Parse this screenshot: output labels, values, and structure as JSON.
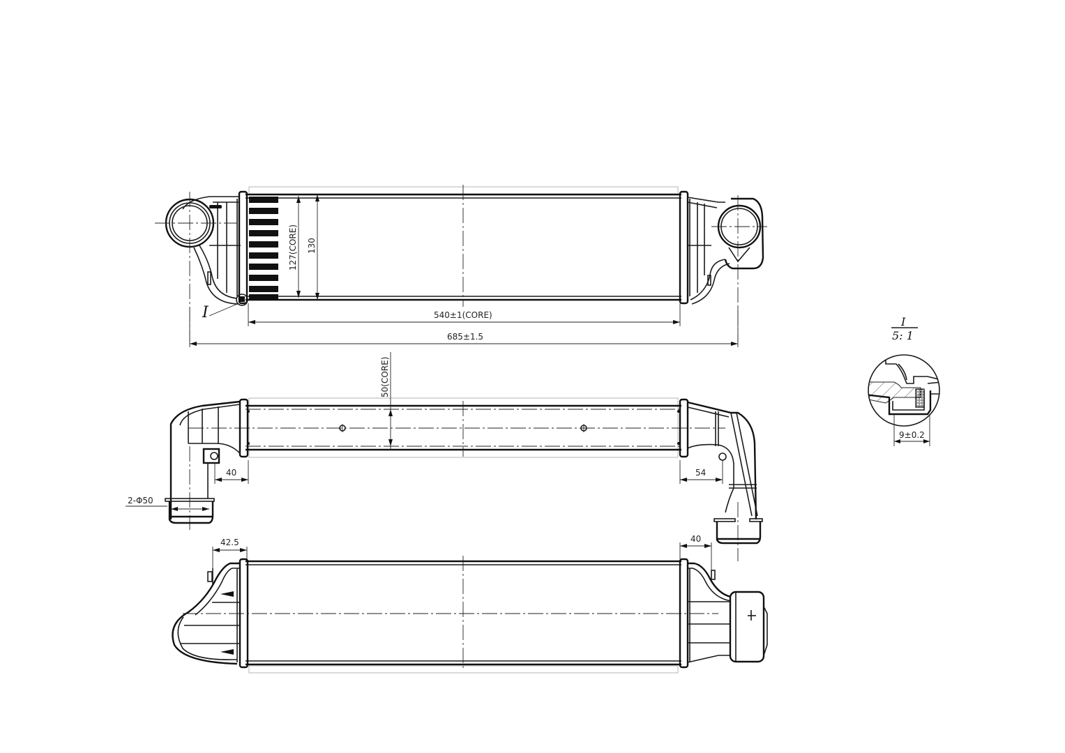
{
  "drawing": {
    "subject": "Intercooler technical drawing",
    "views": [
      "front-view",
      "top-view",
      "rear-view",
      "detail-view-I"
    ]
  },
  "front_view": {
    "dim_core_width": "540±1(CORE)",
    "dim_overall_width": "685±1.5",
    "dim_core_height": "127(CORE)",
    "dim_height": "130",
    "detail_callout": "I"
  },
  "top_view": {
    "dim_core_depth": "50(CORE)",
    "dim_left_offset": "40",
    "dim_right_offset": "54",
    "dim_pipe_diameter": "2-Φ50"
  },
  "rear_view": {
    "dim_left_offset": "42.5",
    "dim_right_offset": "40"
  },
  "detail_view": {
    "label": "I",
    "scale": "5: 1",
    "dim_width": "9±0.2"
  },
  "colors": {
    "line": "#1a1a1a",
    "background": "#ffffff",
    "ghost_line": "#b5b5b5"
  }
}
